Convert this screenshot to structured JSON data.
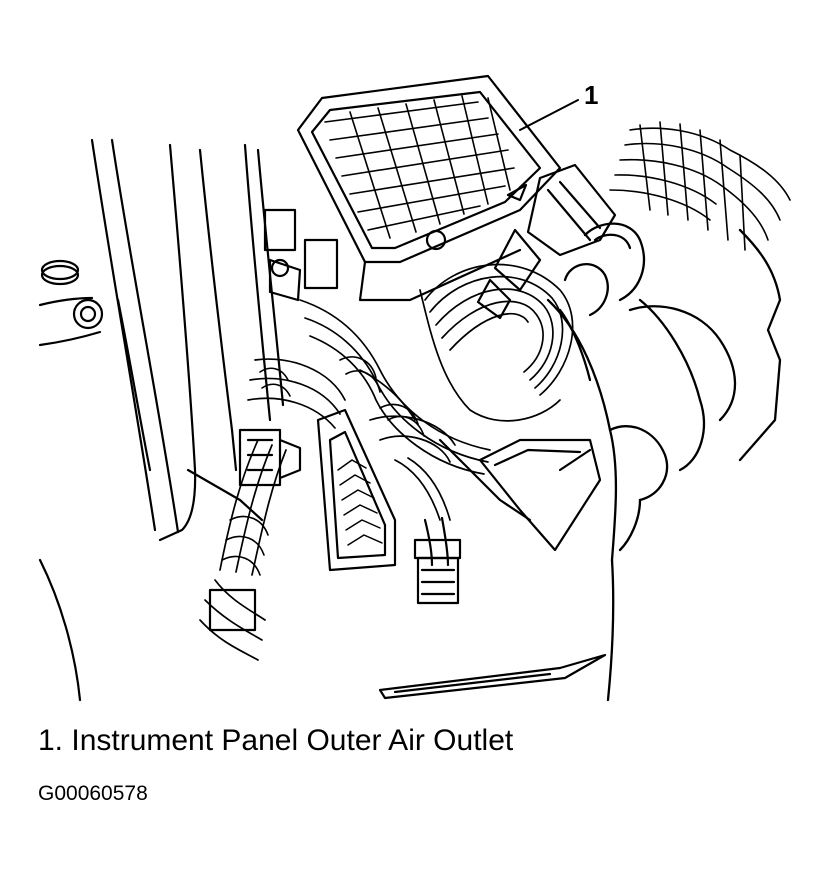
{
  "illustration": {
    "callout_number": "1"
  },
  "caption": {
    "legend_item": "1. Instrument Panel Outer Air Outlet"
  },
  "figure_id": "G00060578"
}
